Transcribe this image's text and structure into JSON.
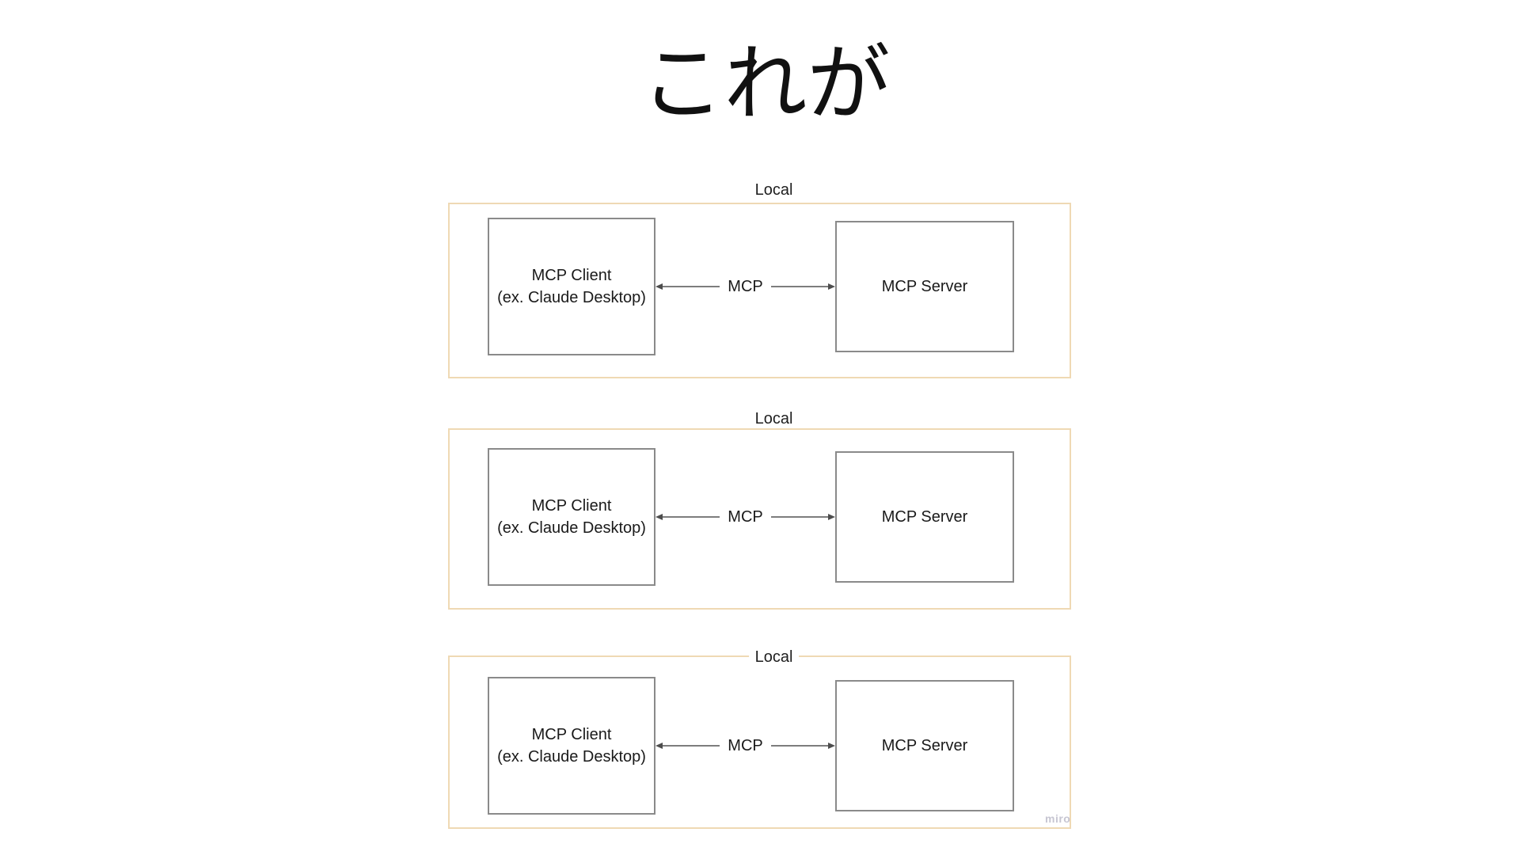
{
  "title": "これが",
  "sections": [
    {
      "label": "Local",
      "client": {
        "line1": "MCP Client",
        "line2": "(ex. Claude Desktop)"
      },
      "connector_label": "MCP",
      "server": "MCP Server"
    },
    {
      "label": "Local",
      "client": {
        "line1": "MCP Client",
        "line2": "(ex. Claude Desktop)"
      },
      "connector_label": "MCP",
      "server": "MCP Server"
    },
    {
      "label": "Local",
      "client": {
        "line1": "MCP Client",
        "line2": "(ex. Claude Desktop)"
      },
      "connector_label": "MCP",
      "server": "MCP Server"
    }
  ],
  "watermark": "miro",
  "colors": {
    "frame_border": "#EFD9B4",
    "node_border": "#8A8A8A",
    "connector": "#4D4D4D",
    "text": "#1A1A1A",
    "watermark": "#C7C6D2"
  }
}
